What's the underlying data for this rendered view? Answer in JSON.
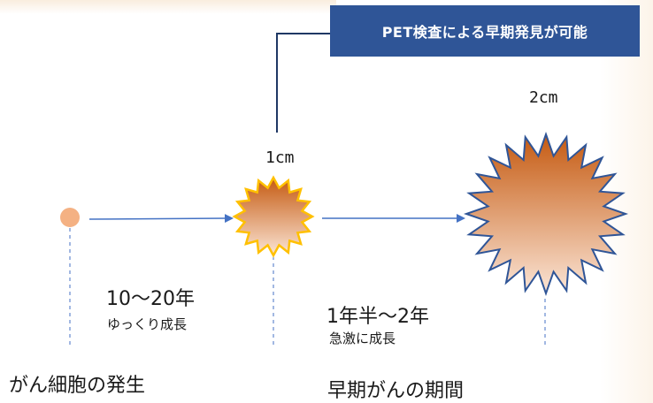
{
  "callout": {
    "text": "PET検査による早期発見が可能"
  },
  "sizes": {
    "medium": "1cm",
    "large": "2cm"
  },
  "phases": [
    {
      "duration": "10〜20年",
      "note": "ゆっくり成長"
    },
    {
      "duration": "1年半〜2年",
      "note": "急激に成長"
    }
  ],
  "stages": {
    "onset": "がん細胞の発生",
    "early": "早期がんの期間"
  },
  "colors": {
    "callout_bg": "#2f5597",
    "arrow": "#4472c4",
    "tumor_dark": "#c55a11",
    "tumor_light": "#fbe5d6",
    "cell": "#f4b183",
    "star_outline_small": "#ffc000",
    "star_outline_large": "#2f5597"
  }
}
